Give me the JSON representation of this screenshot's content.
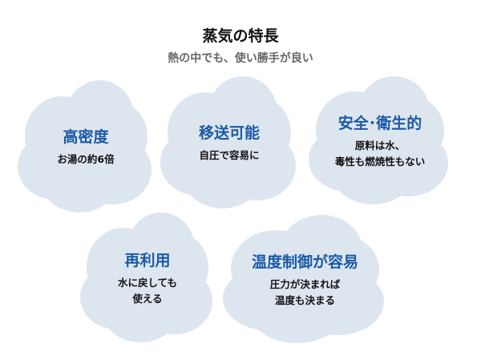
{
  "title": "蒸気の特長",
  "subtitle": "熱の中でも、使い勝手が良い",
  "clouds": [
    {
      "heading": "高密度",
      "lines": [
        "お湯の約6倍"
      ]
    },
    {
      "heading": "移送可能",
      "lines": [
        "自圧で容易に"
      ]
    },
    {
      "heading": "安全･衛生的",
      "lines": [
        "原料は水、",
        "毒性も燃焼性もない"
      ]
    },
    {
      "heading": "再利用",
      "lines": [
        "水に戻しても",
        "使える"
      ]
    },
    {
      "heading": "温度制御が容易",
      "lines": [
        "圧力が決まれば",
        "温度も決まる"
      ]
    }
  ],
  "colors": {
    "cloud": "#dde6ef",
    "heading": "#1b5aa6"
  }
}
